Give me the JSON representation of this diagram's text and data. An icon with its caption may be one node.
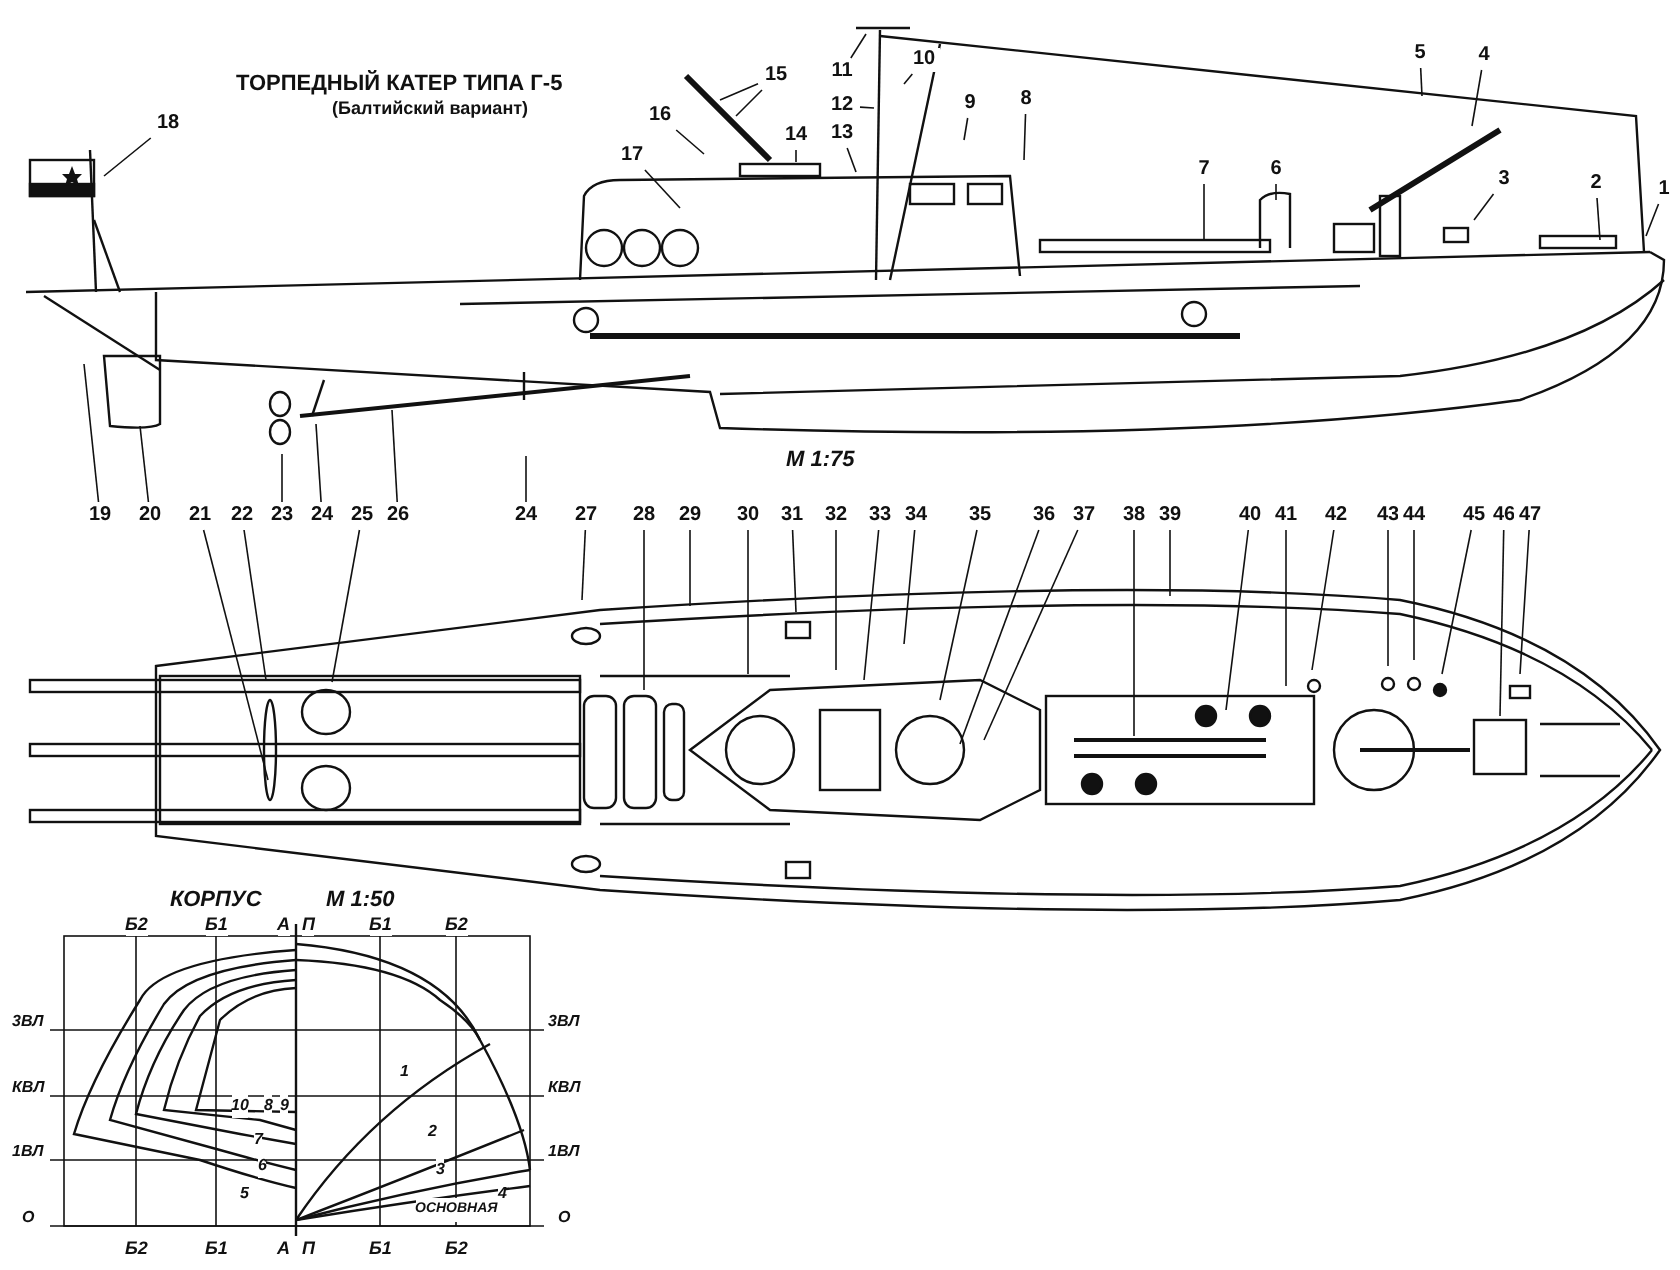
{
  "diagram": {
    "title": "ТОРПЕДНЫЙ КАТЕР ТИПА Г-5",
    "nodes": [
      {
        "text": [
          "1"
        ]
      },
      {
        "text": [
          "2"
        ]
      },
      {
        "text": [
          "3"
        ]
      },
      {
        "text": [
          "4"
        ]
      },
      {
        "text": [
          "5"
        ]
      },
      {
        "text": [
          "6"
        ]
      },
      {
        "text": [
          "7"
        ]
      },
      {
        "text": [
          "8"
        ]
      },
      {
        "text": [
          "9"
        ]
      },
      {
        "text": [
          "10"
        ]
      },
      {
        "text": [
          "11"
        ]
      },
      {
        "text": [
          "12"
        ]
      },
      {
        "text": [
          "13"
        ]
      },
      {
        "text": [
          "14"
        ]
      },
      {
        "text": [
          "15"
        ]
      },
      {
        "text": [
          "16"
        ]
      },
      {
        "text": [
          "17"
        ]
      },
      {
        "text": [
          "18"
        ]
      },
      {
        "text": [
          "19"
        ]
      },
      {
        "text": [
          "20"
        ]
      },
      {
        "text": [
          "21"
        ]
      },
      {
        "text": [
          "22"
        ]
      },
      {
        "text": [
          "23"
        ]
      },
      {
        "text": [
          "24"
        ]
      },
      {
        "text": [
          "24"
        ]
      },
      {
        "text": [
          "25"
        ]
      },
      {
        "text": [
          "26"
        ]
      },
      {
        "text": [
          "27"
        ]
      },
      {
        "text": [
          "28"
        ]
      },
      {
        "text": [
          "29"
        ]
      },
      {
        "text": [
          "30"
        ]
      },
      {
        "text": [
          "31"
        ]
      },
      {
        "text": [
          "32"
        ]
      },
      {
        "text": [
          "33"
        ]
      },
      {
        "text": [
          "34"
        ]
      },
      {
        "text": [
          "35"
        ]
      },
      {
        "text": [
          "36"
        ]
      },
      {
        "text": [
          "37"
        ]
      },
      {
        "text": [
          "38"
        ]
      },
      {
        "text": [
          "39"
        ]
      },
      {
        "text": [
          "40"
        ]
      },
      {
        "text": [
          "41"
        ]
      },
      {
        "text": [
          "42"
        ]
      },
      {
        "text": [
          "43"
        ]
      },
      {
        "text": [
          "44"
        ]
      },
      {
        "text": [
          "45"
        ]
      },
      {
        "text": [
          "46"
        ]
      },
      {
        "text": [
          "47"
        ]
      }
    ],
    "edges": [
      {
        "from": 0,
        "to": null,
        "arrow": "none"
      },
      {
        "from": 1,
        "to": null,
        "arrow": "none"
      },
      {
        "from": 2,
        "to": null,
        "arrow": "none"
      },
      {
        "from": 3,
        "to": null,
        "arrow": "none"
      },
      {
        "from": 4,
        "to": null,
        "arrow": "none"
      },
      {
        "from": 5,
        "to": null,
        "arrow": "none"
      },
      {
        "from": 6,
        "to": null,
        "arrow": "none"
      },
      {
        "from": 7,
        "to": null,
        "arrow": "none"
      },
      {
        "from": 8,
        "to": null,
        "arrow": "none"
      },
      {
        "from": 9,
        "to": null,
        "arrow": "none"
      },
      {
        "from": 10,
        "to": null,
        "arrow": "none"
      },
      {
        "from": 11,
        "to": null,
        "arrow": "none"
      },
      {
        "from": 12,
        "to": null,
        "arrow": "none"
      },
      {
        "from": 13,
        "to": null,
        "arrow": "none"
      },
      {
        "from": 14,
        "to": null,
        "arrow": "none"
      },
      {
        "from": 14,
        "to": null,
        "arrow": "none"
      },
      {
        "from": 15,
        "to": null,
        "arrow": "none"
      },
      {
        "from": 16,
        "to": null,
        "arrow": "none"
      },
      {
        "from": 17,
        "to": null,
        "arrow": "none"
      },
      {
        "from": 18,
        "to": null,
        "arrow": "none"
      },
      {
        "from": 19,
        "to": null,
        "arrow": "none"
      },
      {
        "from": 20,
        "to": null,
        "arrow": "none"
      },
      {
        "from": 21,
        "to": null,
        "arrow": "none"
      },
      {
        "from": 22,
        "to": null,
        "arrow": "none"
      },
      {
        "from": 23,
        "to": null,
        "arrow": "none"
      },
      {
        "from": 24,
        "to": null,
        "arrow": "none"
      },
      {
        "from": 25,
        "to": null,
        "arrow": "none"
      },
      {
        "from": 26,
        "to": null,
        "arrow": "none"
      },
      {
        "from": 27,
        "to": null,
        "arrow": "none"
      },
      {
        "from": 28,
        "to": null,
        "arrow": "none"
      },
      {
        "from": 29,
        "to": null,
        "arrow": "none"
      },
      {
        "from": 30,
        "to": null,
        "arrow": "none"
      },
      {
        "from": 31,
        "to": null,
        "arrow": "none"
      },
      {
        "from": 32,
        "to": null,
        "arrow": "none"
      },
      {
        "from": 33,
        "to": null,
        "arrow": "none"
      },
      {
        "from": 34,
        "to": null,
        "arrow": "none"
      },
      {
        "from": 35,
        "to": null,
        "arrow": "none"
      },
      {
        "from": 36,
        "to": null,
        "arrow": "none"
      },
      {
        "from": 37,
        "to": null,
        "arrow": "none"
      },
      {
        "from": 38,
        "to": null,
        "arrow": "none"
      },
      {
        "from": 39,
        "to": null,
        "arrow": "none"
      },
      {
        "from": 40,
        "to": null,
        "arrow": "none"
      },
      {
        "from": 41,
        "to": null,
        "arrow": "none"
      },
      {
        "from": 42,
        "to": null,
        "arrow": "none"
      },
      {
        "from": 43,
        "to": null,
        "arrow": "none"
      },
      {
        "from": 44,
        "to": null,
        "arrow": "none"
      },
      {
        "from": 45,
        "to": null,
        "arrow": "none"
      },
      {
        "from": 46,
        "to": null,
        "arrow": "none"
      },
      {
        "from": 47,
        "to": null,
        "arrow": "none"
      }
    ],
    "labels": [
      "(Балтийский вариант)",
      "М 1:75",
      "КОРПУС",
      "М 1:50",
      "Б2",
      "Б1",
      "А",
      "П",
      "Б1",
      "Б2",
      "3ВЛ",
      "3ВЛ",
      "1",
      "КВЛ",
      "КВЛ",
      "10",
      "8",
      "9",
      "2",
      "7",
      "1ВЛ",
      "1ВЛ",
      "6",
      "3",
      "5",
      "4",
      "О",
      "ОСНОВНАЯ",
      "О",
      "Б2",
      "Б1",
      "А",
      "П",
      "Б1",
      "Б2"
    ]
  }
}
